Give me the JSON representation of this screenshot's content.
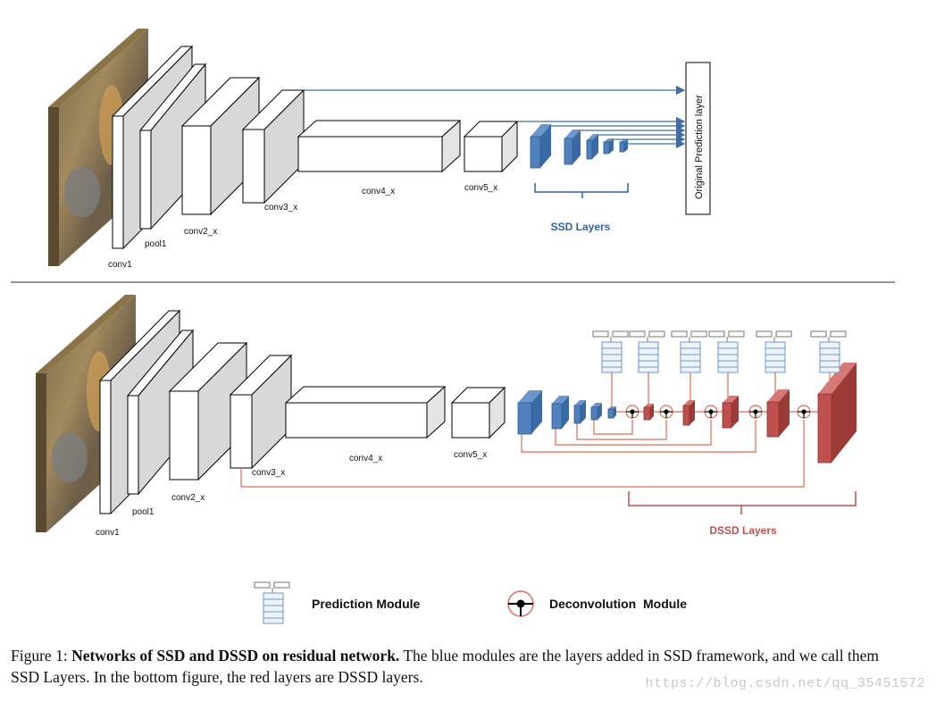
{
  "top": {
    "layers": [
      "conv1",
      "pool1",
      "conv2_x",
      "conv3_x",
      "conv4_x",
      "conv5_x"
    ],
    "group_label": "SSD Layers",
    "prediction_box": "Original Prediction layer"
  },
  "bottom": {
    "layers": [
      "conv1",
      "pool1",
      "conv2_x",
      "conv3_x",
      "conv4_x",
      "conv5_x"
    ],
    "group_label": "DSSD Layers"
  },
  "legend": {
    "prediction_module": "Prediction Module",
    "deconvolution_module": "Deconvolution  Module"
  },
  "caption": {
    "prefix": "Figure 1: ",
    "bold": "Networks of SSD and DSSD on residual network.",
    "rest": " The blue modules are the layers added in SSD framework, and we call them SSD Layers. In the bottom figure, the red layers are DSSD layers."
  },
  "watermark": "https://blog.csdn.net/qq_35451572",
  "colors": {
    "ssd_blue": "#4f81bd",
    "dssd_red": "#c0504d",
    "line_red": "#e06a55",
    "arrow_blue": "#3d6da8"
  }
}
